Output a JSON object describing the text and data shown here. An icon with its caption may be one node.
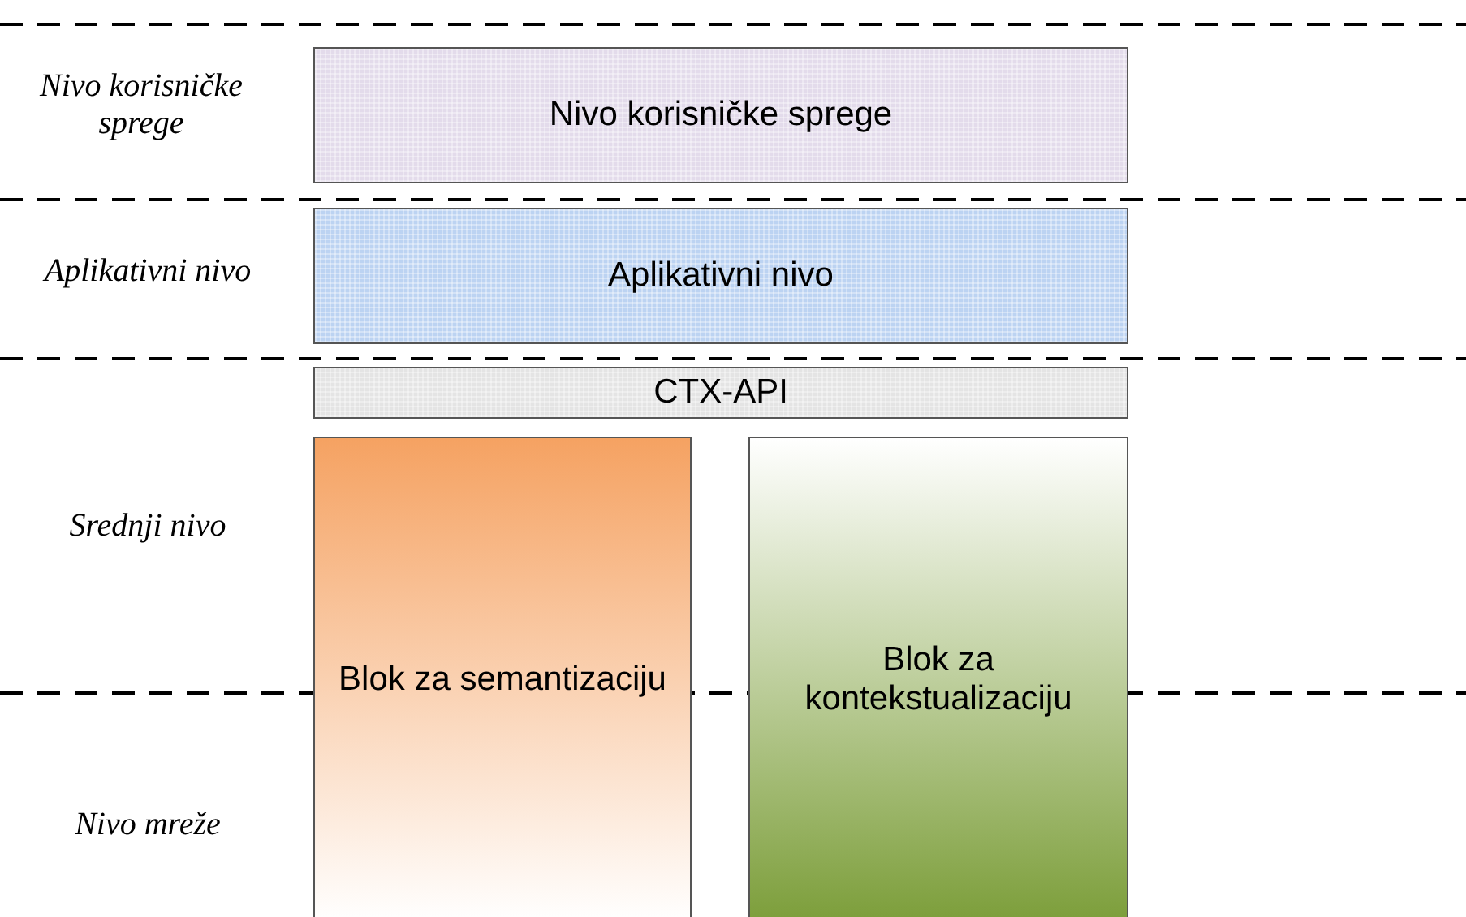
{
  "diagram": {
    "nodes": [
      {
        "text": [
          "Nivo korisničke sprege"
        ]
      },
      {
        "text": [
          "Aplikativni nivo"
        ]
      },
      {
        "text": [
          "CTX-API"
        ]
      },
      {
        "text": [
          "Blok za semantizaciju"
        ]
      },
      {
        "text": [
          "Blok za kontekstualizaciju"
        ]
      }
    ],
    "edges": [],
    "labels": [
      "Nivo korisničke sprege",
      "Aplikativni nivo",
      "Srednji nivo",
      "Nivo mreže"
    ]
  }
}
